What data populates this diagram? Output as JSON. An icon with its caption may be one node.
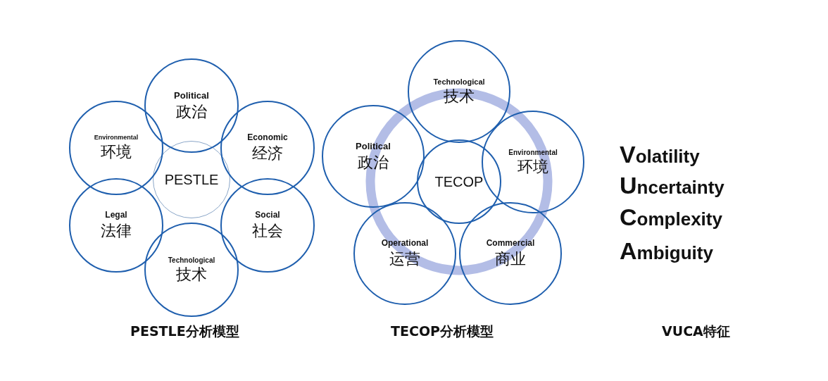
{
  "diagram": {
    "nodes": [
      {
        "text": [
          "PESTLE"
        ]
      },
      {
        "text": [
          "Political",
          "政治"
        ]
      },
      {
        "text": [
          "Environmental",
          "环境"
        ]
      },
      {
        "text": [
          "Economic",
          "经济"
        ]
      },
      {
        "text": [
          "Legal",
          "法律"
        ]
      },
      {
        "text": [
          "Social",
          "社会"
        ]
      },
      {
        "text": [
          "Technological",
          "技术"
        ]
      },
      {
        "text": [
          "TECOP"
        ]
      },
      {
        "text": [
          "Technological",
          "技术"
        ]
      },
      {
        "text": [
          "Political",
          "政治"
        ]
      },
      {
        "text": [
          "Environmental",
          "环境"
        ]
      },
      {
        "text": [
          "Operational",
          "运营"
        ]
      },
      {
        "text": [
          "Commercial",
          "商业"
        ]
      }
    ],
    "edges": [],
    "labels": [
      "Volatility",
      "Uncertainty",
      "Complexity",
      "Ambiguity",
      "PESTLE分析模型",
      "TECOP分析模型",
      "VUCA特征"
    ]
  }
}
